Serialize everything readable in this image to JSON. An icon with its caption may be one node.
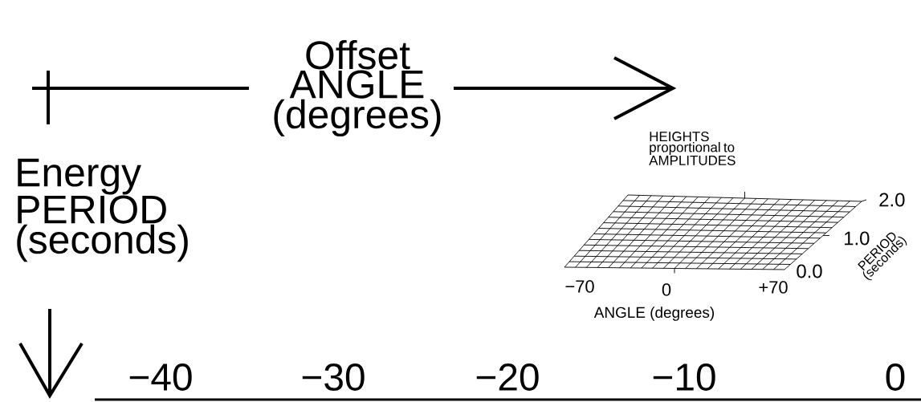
{
  "diagram": {
    "labels": [
      "Offset ANGLE (degrees)",
      "Energy PERIOD (seconds)",
      "HEIGHTS proportional to AMPLITUDES",
      "2.0",
      "1.0",
      "PERIOD (seconds)",
      "−70",
      "0",
      "+70",
      "0.0",
      "ANGLE (degrees)",
      "−40",
      "−30",
      "−20",
      "−10",
      "0"
    ]
  }
}
